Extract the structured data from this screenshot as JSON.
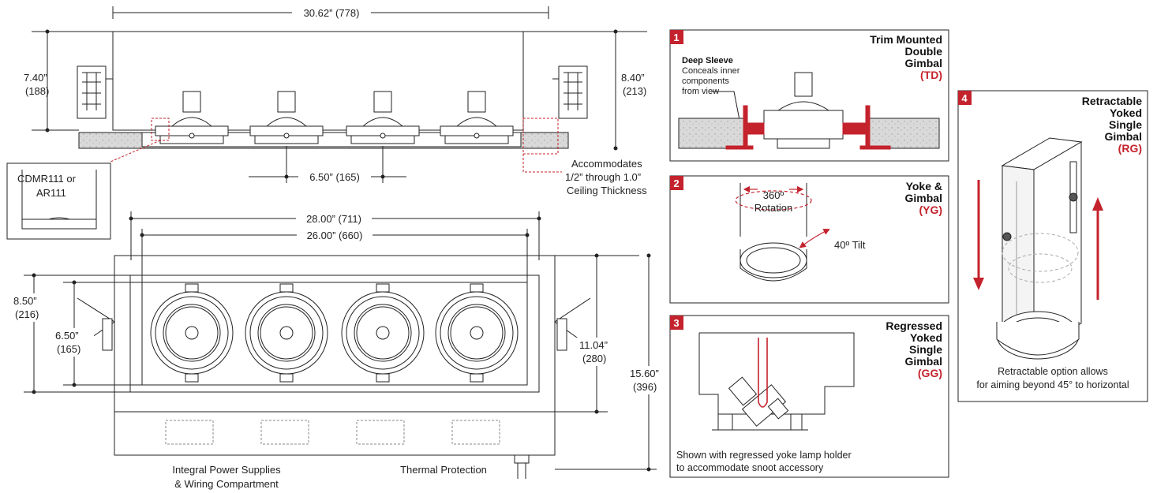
{
  "dimensions": {
    "overall_width": "30.62” (778)",
    "housing_height_in": "7.40”",
    "housing_height_mm": "(188)",
    "trim_height_in": "8.40”",
    "trim_height_mm": "(213)",
    "spacing": "6.50” (165)",
    "frame_width": "28.00” (711)",
    "aperture_width": "26.00” (660)",
    "outer_height_in": "8.50”",
    "outer_height_mm": "(216)",
    "aperture_height_in": "6.50”",
    "aperture_height_mm": "(165)",
    "trim_depth_in": "11.04”",
    "trim_depth_mm": "(280)",
    "total_depth_in": "15.60”",
    "total_depth_mm": "(396)"
  },
  "notes": {
    "ceiling_l1": "Accommodates",
    "ceiling_l2": "1/2” through 1.0”",
    "ceiling_l3": "Ceiling Thickness",
    "lamp_l1": "CDMR111 or",
    "lamp_l2": "AR111",
    "power_l1": "Integral Power Supplies",
    "power_l2": "& Wiring Compartment",
    "thermal": "Thermal Protection"
  },
  "panels": [
    {
      "number": "1",
      "title_lines": [
        "Trim Mounted",
        "Double",
        "Gimbal"
      ],
      "code": "(TD)",
      "sleeve_title": "Deep Sleeve",
      "sleeve_lines": [
        "Conceals inner",
        "components",
        "from view"
      ]
    },
    {
      "number": "2",
      "title_lines": [
        "Yoke &",
        "Gimbal"
      ],
      "code": "(YG)",
      "rotation_l1": "360º",
      "rotation_l2": "Rotation",
      "tilt": "40º Tilt"
    },
    {
      "number": "3",
      "title_lines": [
        "Regressed",
        "Yoked",
        "Single",
        "Gimbal"
      ],
      "code": "(GG)",
      "note_l1": "Shown with regressed yoke lamp holder",
      "note_l2": "to accommodate snoot accessory"
    },
    {
      "number": "4",
      "title_lines": [
        "Retractable",
        "Yoked",
        "Single",
        "Gimbal"
      ],
      "code": "(RG)",
      "note_l1": "Retractable option allows",
      "note_l2": "for aiming beyond 45° to horizontal"
    }
  ],
  "colors": {
    "accent": "#c4222c",
    "line": "#222222",
    "concrete": "#d9d9d9"
  }
}
